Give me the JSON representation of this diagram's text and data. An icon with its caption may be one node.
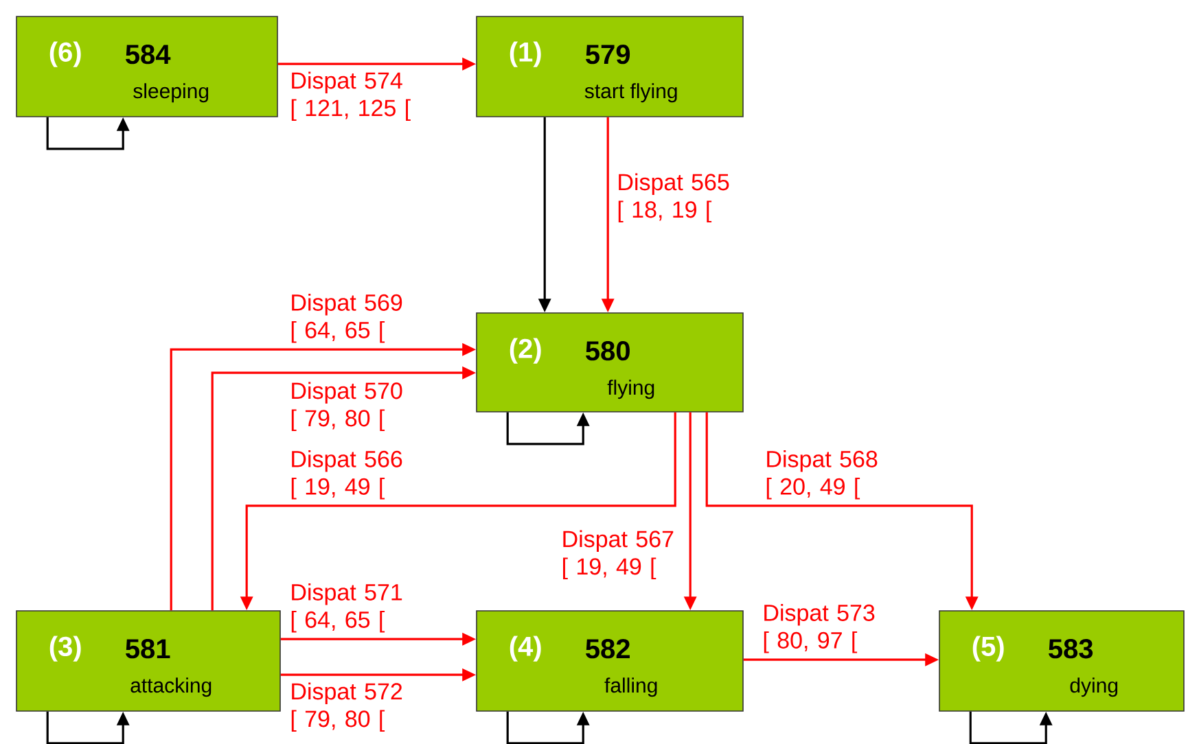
{
  "diagram": {
    "nodes": [
      {
        "text": [
          "(6)",
          "584",
          "sleeping"
        ]
      },
      {
        "text": [
          "(1)",
          "579",
          "start flying"
        ]
      },
      {
        "text": [
          "(2)",
          "580",
          "flying"
        ]
      },
      {
        "text": [
          "(3)",
          "581",
          "attacking"
        ]
      },
      {
        "text": [
          "(4)",
          "582",
          "falling"
        ]
      },
      {
        "text": [
          "(5)",
          "583",
          "dying"
        ]
      }
    ],
    "edges": [
      {
        "from": 0,
        "to": 1,
        "arrow": "to",
        "label": "Dispat 574 [ 121, 125 ["
      },
      {
        "from": 1,
        "to": 2,
        "arrow": "to",
        "color": "#000000"
      },
      {
        "from": 1,
        "to": 2,
        "arrow": "to",
        "label": "Dispat 565 [ 18, 19 ["
      },
      {
        "from": 3,
        "to": 2,
        "arrow": "to",
        "label": "Dispat 569 [ 64, 65 ["
      },
      {
        "from": 3,
        "to": 2,
        "arrow": "to",
        "label": "Dispat 570 [ 79, 80 ["
      },
      {
        "from": 2,
        "to": 3,
        "arrow": "to",
        "label": "Dispat 566 [ 19, 49 ["
      },
      {
        "from": 2,
        "to": 4,
        "arrow": "to",
        "label": "Dispat 567 [ 19, 49 ["
      },
      {
        "from": 2,
        "to": 5,
        "arrow": "to",
        "label": "Dispat 568 [ 20, 49 ["
      },
      {
        "from": 3,
        "to": 4,
        "arrow": "to",
        "label": "Dispat 571 [ 64, 65 ["
      },
      {
        "from": 3,
        "to": 4,
        "arrow": "to",
        "label": "Dispat 572 [ 79, 80 ["
      },
      {
        "from": 4,
        "to": 5,
        "arrow": "to",
        "label": "Dispat 573 [ 80, 97 ["
      },
      {
        "from": 0,
        "to": 0,
        "arrow": "to",
        "color": "#000000"
      },
      {
        "from": 2,
        "to": 2,
        "arrow": "to",
        "color": "#000000"
      },
      {
        "from": 3,
        "to": 3,
        "arrow": "to",
        "color": "#000000"
      },
      {
        "from": 4,
        "to": 4,
        "arrow": "to",
        "color": "#000000"
      },
      {
        "from": 5,
        "to": 5,
        "arrow": "to",
        "color": "#000000"
      }
    ]
  }
}
